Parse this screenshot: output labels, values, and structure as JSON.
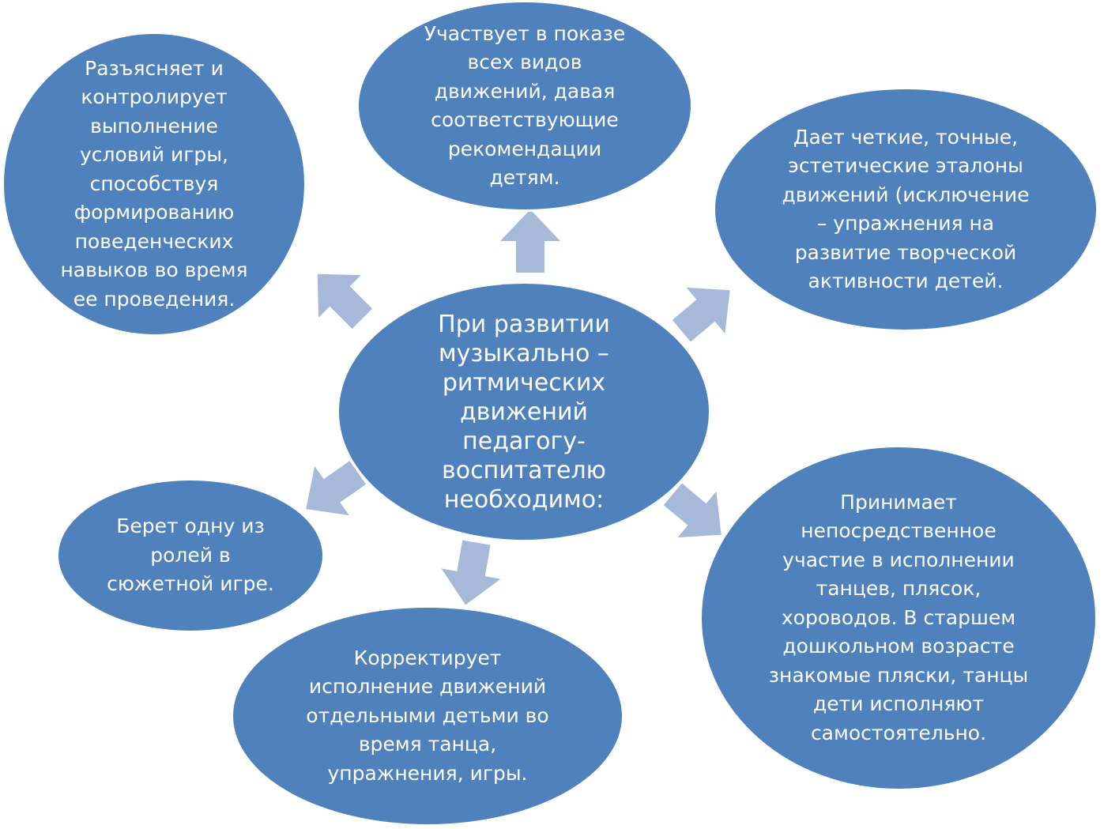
{
  "diagram": {
    "center": {
      "lines": [
        "При развитии",
        "музыкально –",
        "ритмических",
        "движений",
        "педагогу-",
        "воспитателю",
        "необходимо:"
      ]
    },
    "nodes": [
      {
        "id": "n1",
        "lines": [
          "Участвует в показе",
          "всех видов",
          "движений, давая",
          "соответствующие",
          "рекомендации",
          "детям."
        ]
      },
      {
        "id": "n2",
        "lines": [
          "Дает четкие, точные,",
          "эстетические эталоны",
          "движений (исключение",
          "– упражнения на",
          "развитие творческой",
          "активности детей."
        ]
      },
      {
        "id": "n3",
        "lines": [
          "Принимает",
          "непосредственное",
          "участие в исполнении",
          "танцев, плясок,",
          "хороводов.  В старшем",
          "дошкольном возрасте",
          "знакомые пляски, танцы",
          "дети исполняют",
          "самостоятельно."
        ]
      },
      {
        "id": "n4",
        "lines": [
          "Корректирует",
          "исполнение движений",
          "отдельными детьми во",
          "время танца,",
          "упражнения, игры."
        ]
      },
      {
        "id": "n5",
        "lines": [
          "Берет одну из",
          "ролей в",
          "сюжетной игре."
        ]
      },
      {
        "id": "n6",
        "lines": [
          "Разъясняет и",
          "контролирует",
          "выполнение",
          "условий игры,",
          "способствуя",
          "формированию",
          "поведенческих",
          "навыков во время",
          "ее проведения."
        ]
      }
    ],
    "colors": {
      "node_fill": "#4f81bd",
      "arrow_fill": "#a7b9d9",
      "text": "#ffffff"
    }
  }
}
